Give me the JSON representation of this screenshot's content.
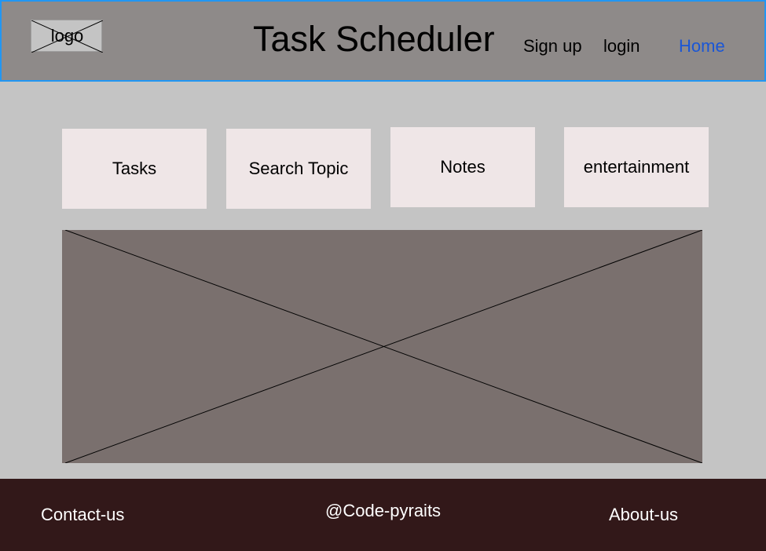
{
  "header": {
    "logo_text": "logo",
    "title": "Task Scheduler",
    "nav": {
      "signup": "Sign up",
      "login": "login",
      "home": "Home"
    }
  },
  "cards": {
    "tasks": "Tasks",
    "search": "Search Topic",
    "notes": "Notes",
    "entertainment": "entertainment"
  },
  "footer": {
    "contact": "Contact-us",
    "credit": "@Code-pyraits",
    "about": "About-us"
  }
}
